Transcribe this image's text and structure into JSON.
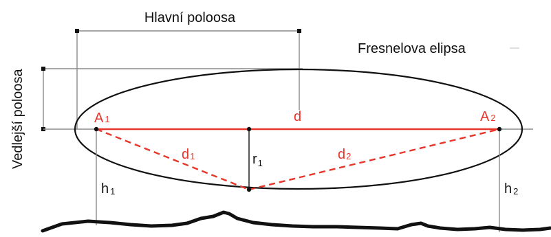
{
  "diagram": {
    "labels": {
      "major_semi_axis": "Hlavní poloosa",
      "minor_semi_axis": "Vedlejší poloosa",
      "ellipse_name": "Fresnelova elipsa",
      "d": "d",
      "d1_main": "d",
      "d1_sub": "1",
      "d2_main": "d",
      "d2_sub": "2",
      "r1_main": "r",
      "r1_sub": "1",
      "a1_main": "A",
      "a1_sub": "1",
      "a2_main": "A",
      "a2_sub": "2",
      "h1_main": "h",
      "h1_sub": "1",
      "h2_main": "h",
      "h2_sub": "2"
    },
    "colors": {
      "red": "#e8352a",
      "black": "#111111",
      "gray_line": "#8a8a8a"
    }
  }
}
